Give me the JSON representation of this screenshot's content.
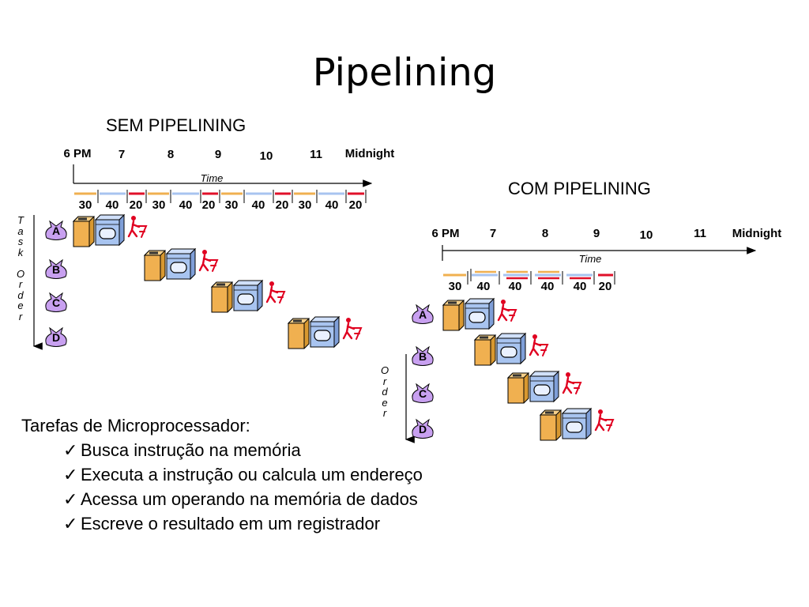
{
  "title": "Pipelining",
  "sem": {
    "label": "SEM PIPELINING",
    "times": [
      "6 PM",
      "7",
      "8",
      "9",
      "10",
      "11",
      "Midnight"
    ],
    "axis_caption": "Time",
    "durations": [
      "30",
      "40",
      "20",
      "30",
      "40",
      "20",
      "30",
      "40",
      "20",
      "30",
      "40",
      "20"
    ],
    "vertical_text": [
      "T",
      "a",
      "s",
      "k",
      "",
      "O",
      "r",
      "d",
      "e",
      "r"
    ],
    "tasks": [
      "A",
      "B",
      "C",
      "D"
    ]
  },
  "com": {
    "label": "COM PIPELINING",
    "times": [
      "6 PM",
      "7",
      "8",
      "9",
      "10",
      "11",
      "Midnight"
    ],
    "axis_caption": "Time",
    "durations": [
      "30",
      "40",
      "40",
      "40",
      "40",
      "20"
    ],
    "vertical_text": [
      "O",
      "r",
      "d",
      "e",
      "r"
    ],
    "tasks": [
      "A",
      "B",
      "C",
      "D"
    ]
  },
  "tasks_section": {
    "title": "Tarefas de Microprocessador:",
    "check_icon": "check-icon",
    "items": [
      "Busca instrução na memória",
      "Executa a instrução ou calcula um endereço",
      "Acessa um operando na memória de dados",
      "Escreve o resultado em um registrador"
    ]
  },
  "colors": {
    "wash": "#f0b050",
    "dry": "#a8c4f0",
    "fold": "#e0102a",
    "bag": "#c8a0f0",
    "person": "#e00020"
  }
}
